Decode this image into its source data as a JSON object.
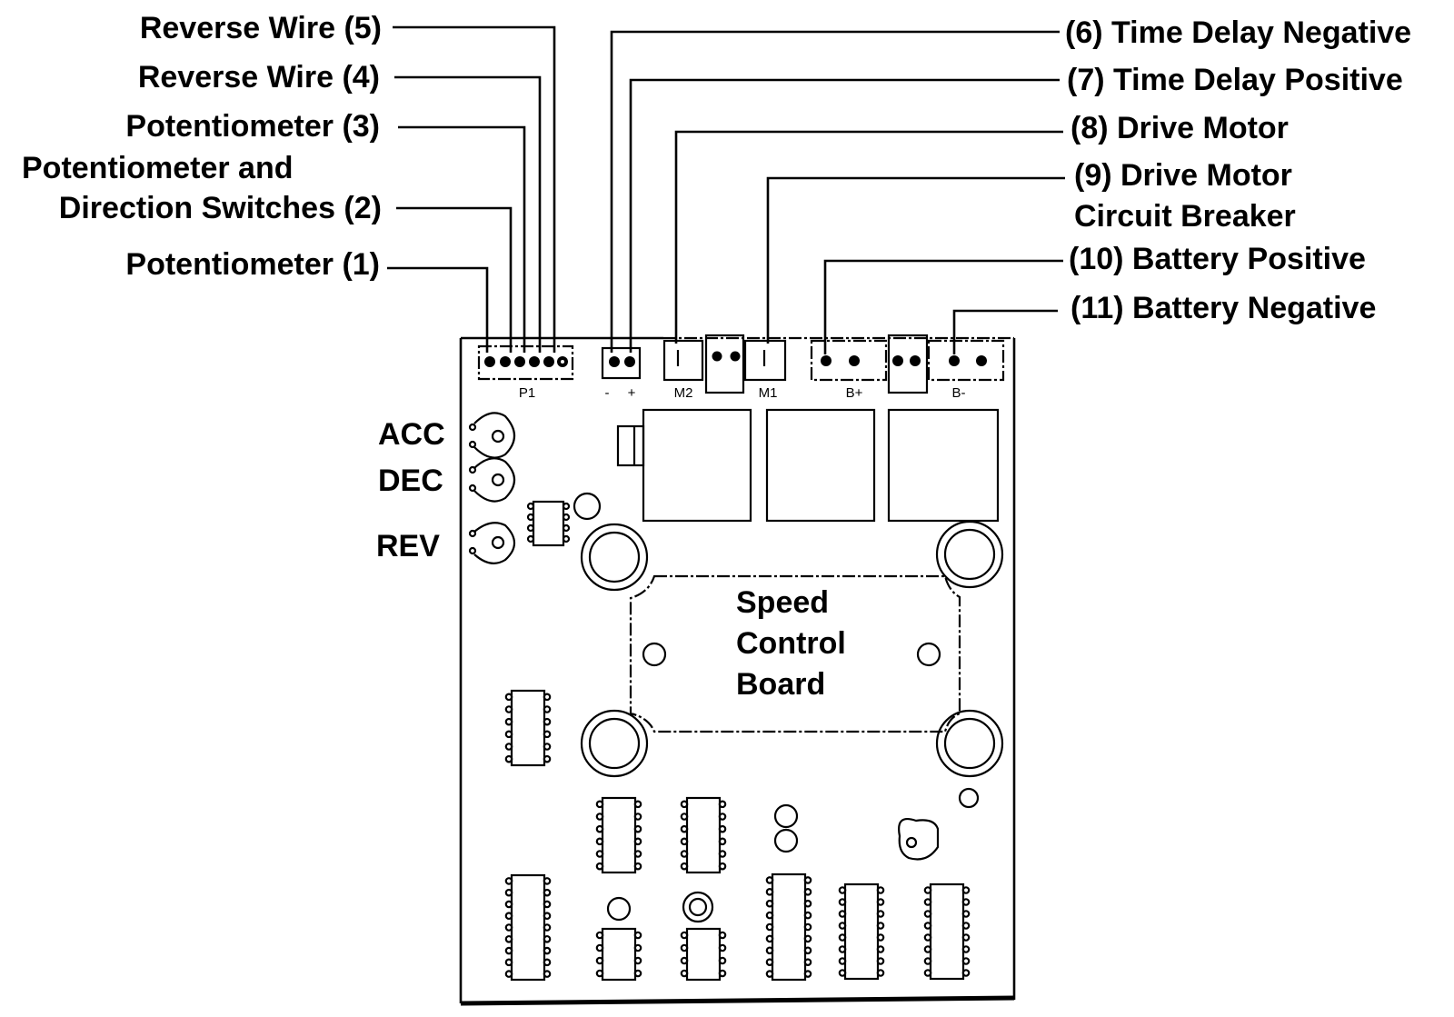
{
  "diagram": {
    "title": "Speed Control Board",
    "board_label_lines": [
      "Speed",
      "Control",
      "Board"
    ],
    "left_callouts": [
      {
        "id": 5,
        "lines": [
          "Reverse Wire (5)"
        ]
      },
      {
        "id": 4,
        "lines": [
          "Reverse Wire (4)"
        ]
      },
      {
        "id": 3,
        "lines": [
          "Potentiometer (3)"
        ]
      },
      {
        "id": 2,
        "lines": [
          "Potentiometer and",
          "Direction Switches (2)"
        ]
      },
      {
        "id": 1,
        "lines": [
          "Potentiometer (1)"
        ]
      }
    ],
    "right_callouts": [
      {
        "id": 6,
        "lines": [
          "(6) Time Delay Negative"
        ]
      },
      {
        "id": 7,
        "lines": [
          "(7) Time Delay Positive"
        ]
      },
      {
        "id": 8,
        "lines": [
          "(8) Drive Motor"
        ]
      },
      {
        "id": 9,
        "lines": [
          "(9) Drive Motor",
          "Circuit Breaker"
        ]
      },
      {
        "id": 10,
        "lines": [
          "(10) Battery Positive"
        ]
      },
      {
        "id": 11,
        "lines": [
          "(11) Battery Negative"
        ]
      }
    ],
    "pot_labels": [
      "ACC",
      "DEC",
      "REV"
    ],
    "connector_labels": {
      "p1": "P1",
      "td_minus": "-",
      "td_plus": "+",
      "m2": "M2",
      "m1": "M1",
      "b_plus": "B+",
      "b_minus": "B-"
    }
  }
}
